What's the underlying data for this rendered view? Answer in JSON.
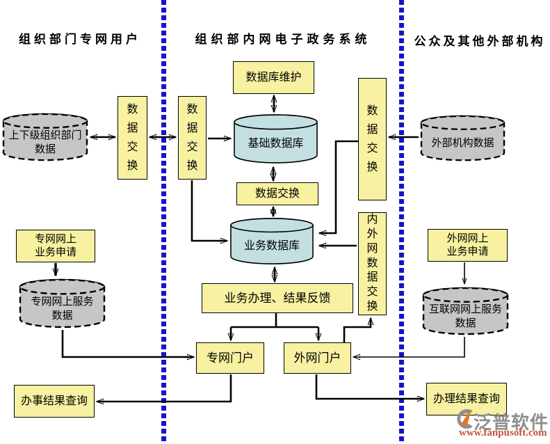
{
  "titles": {
    "left": "组织部门专网用户",
    "middle": "组织部内网电子政务系统",
    "right": "公众及其他外部机构"
  },
  "nodes": {
    "db_maintain": "数据库维护",
    "base_db": "基础数据库",
    "data_exchange_left": "数据交换",
    "data_exchange_inner": "数据交换",
    "data_exchange_mid": "数据交换",
    "data_exchange_right": "数据交换",
    "biz_db": "业务数据库",
    "biz_handle": "业务办理、结果反馈",
    "inner_outer_exchange": "内外网数据交换",
    "private_portal": "专网门户",
    "outer_portal": "外网门户",
    "upper_lower_data": "上下级组织部门\n数据",
    "private_apply": "专网网上\n业务申请",
    "private_service_data": "专网网上服务\n数据",
    "result_query_left": "办事结果查询",
    "external_org_data": "外部机构数据",
    "outer_apply": "外网网上\n业务申请",
    "internet_service_data": "互联网网上服务\n数据",
    "result_query_right": "办理结果查询"
  },
  "watermark": {
    "brand": "泛普软件",
    "url": "www.fanpusoft.com"
  },
  "colors": {
    "box_fill": "#F7F1A1",
    "cylinder_blue": "#C3DFE1",
    "cylinder_gray": "#C6C6C6",
    "divider_blue": "#1414CC",
    "watermark_gray": "#8F8F8F",
    "watermark_orange": "#E87722",
    "watermark_url": "#C8503C"
  }
}
